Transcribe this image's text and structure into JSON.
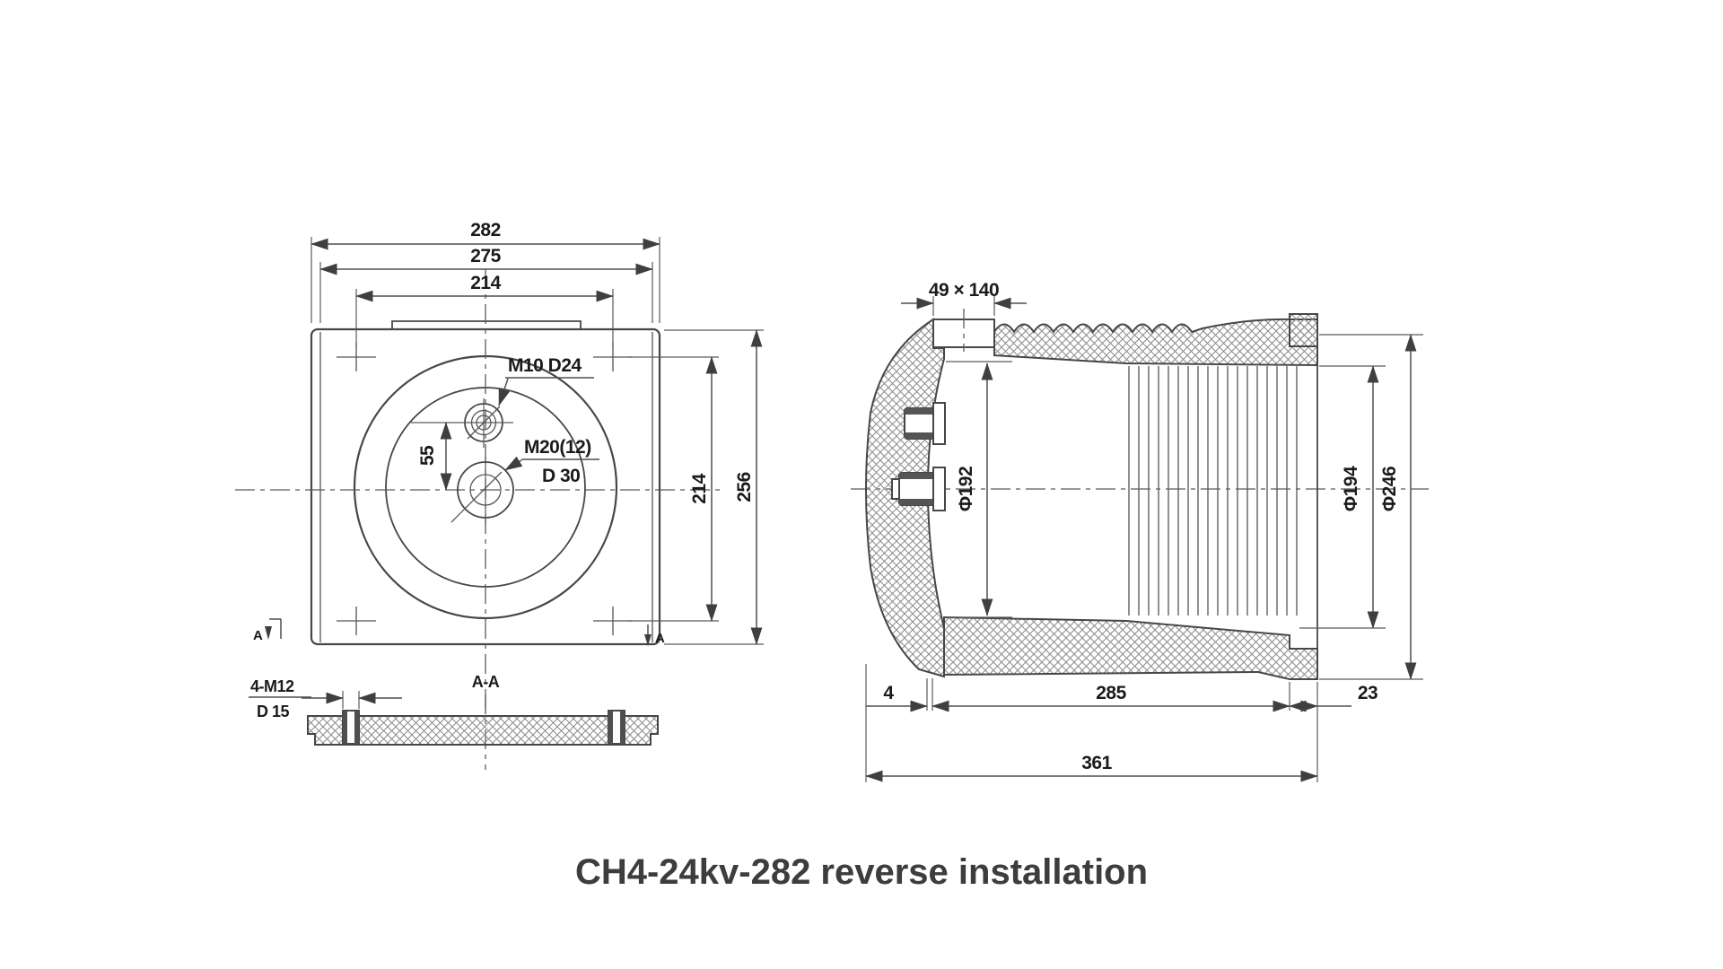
{
  "colors": {
    "line": "#474747",
    "dimension": "#4f4f4f",
    "text": "#1b1b1b",
    "title": "#3d3d3d",
    "hatch": "#8a8a8a",
    "background": "#ffffff"
  },
  "title": {
    "text": "CH4-24kv-282 reverse installation"
  },
  "front_view": {
    "dim_width_outer": "282",
    "dim_width_flange": "275",
    "dim_hole_span_h": "214",
    "dim_hole_span_v": "214",
    "dim_height": "256",
    "dim_hole_offset": "55",
    "label_top_hole": "M10 D24",
    "label_center_hole": "M20(12)",
    "label_center_bore": "D 30",
    "marker_left": "A",
    "marker_right": "A"
  },
  "section_view": {
    "label": "A-A",
    "dim_bolts": "4-M12",
    "dim_bore": "D 15"
  },
  "side_view": {
    "dim_pad": "49 × 140",
    "dim_inner_dia": "Φ192",
    "dim_shed_dia": "Φ194",
    "dim_outer_dia": "Φ246",
    "dim_gap": "4",
    "dim_body": "285",
    "dim_lip": "23",
    "dim_total": "361"
  }
}
